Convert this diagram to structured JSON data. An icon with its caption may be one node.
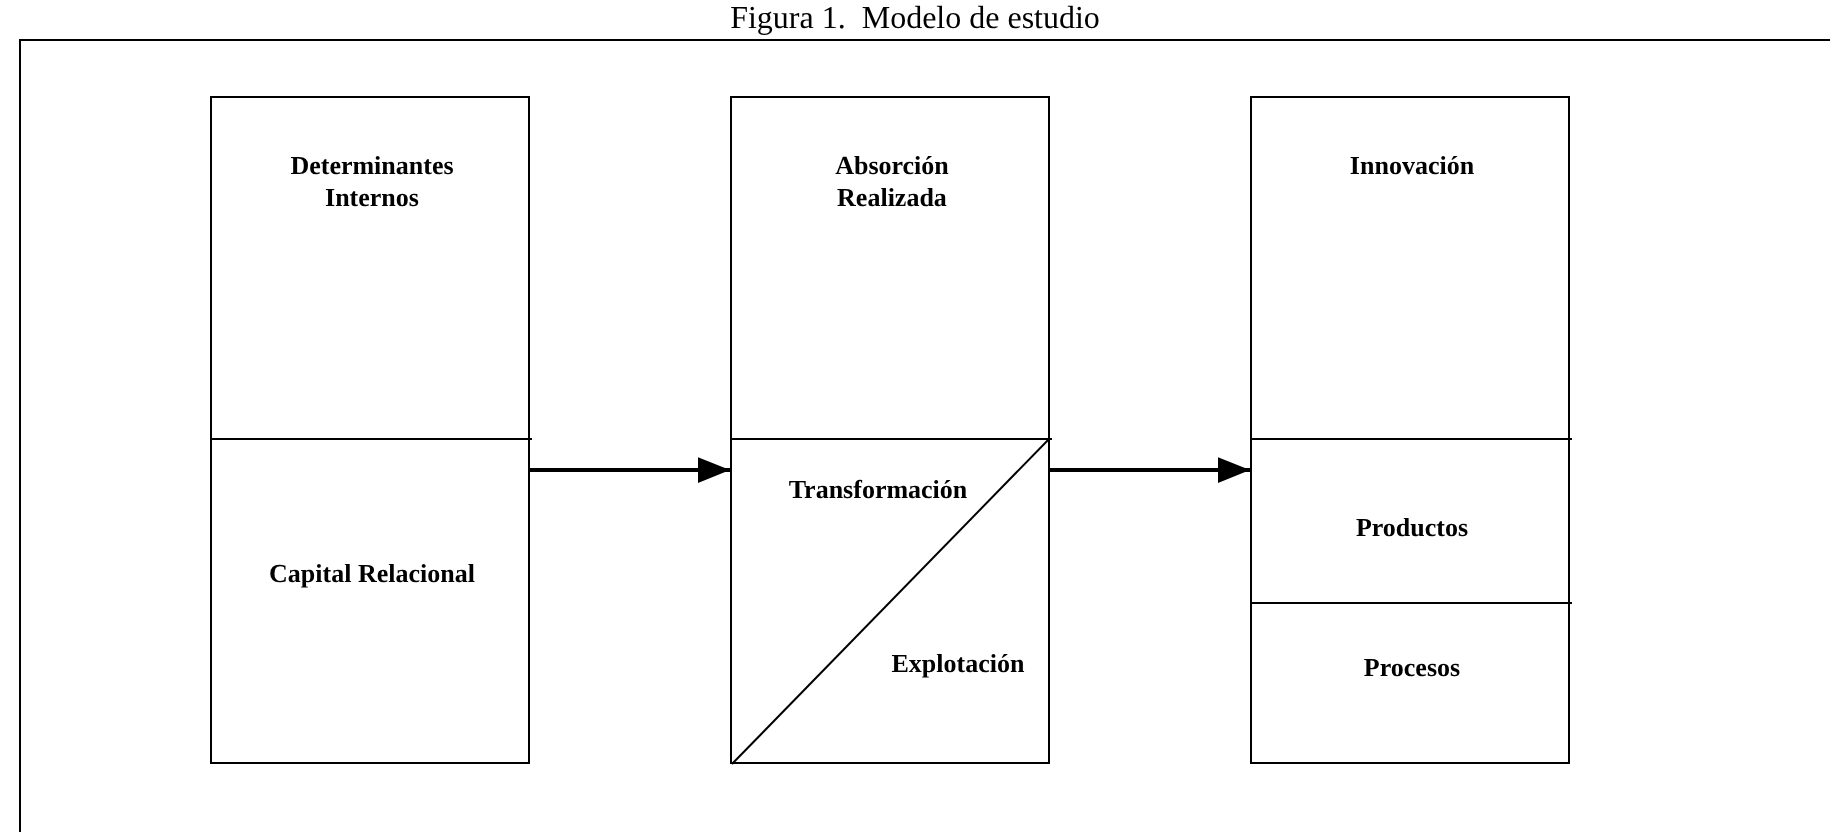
{
  "diagram": {
    "title": "Figura 1.  Modelo de estudio",
    "nodes": [
      {
        "text": [
          "Determinantes Internos"
        ]
      },
      {
        "text": [
          "Capital Relacional"
        ],
        "in": 0
      },
      {
        "text": [
          "Absorción Realizada"
        ]
      },
      {
        "text": [
          "Transformación",
          "Explotación"
        ],
        "in": 2
      },
      {
        "text": [
          "Innovación"
        ]
      },
      {
        "text": [
          "Productos"
        ],
        "in": 4
      },
      {
        "text": [
          "Procesos"
        ],
        "in": 4
      }
    ],
    "edges": [
      {
        "from": 0,
        "to": 2,
        "arrow": "to"
      },
      {
        "from": 2,
        "to": 4,
        "arrow": "to"
      }
    ]
  }
}
